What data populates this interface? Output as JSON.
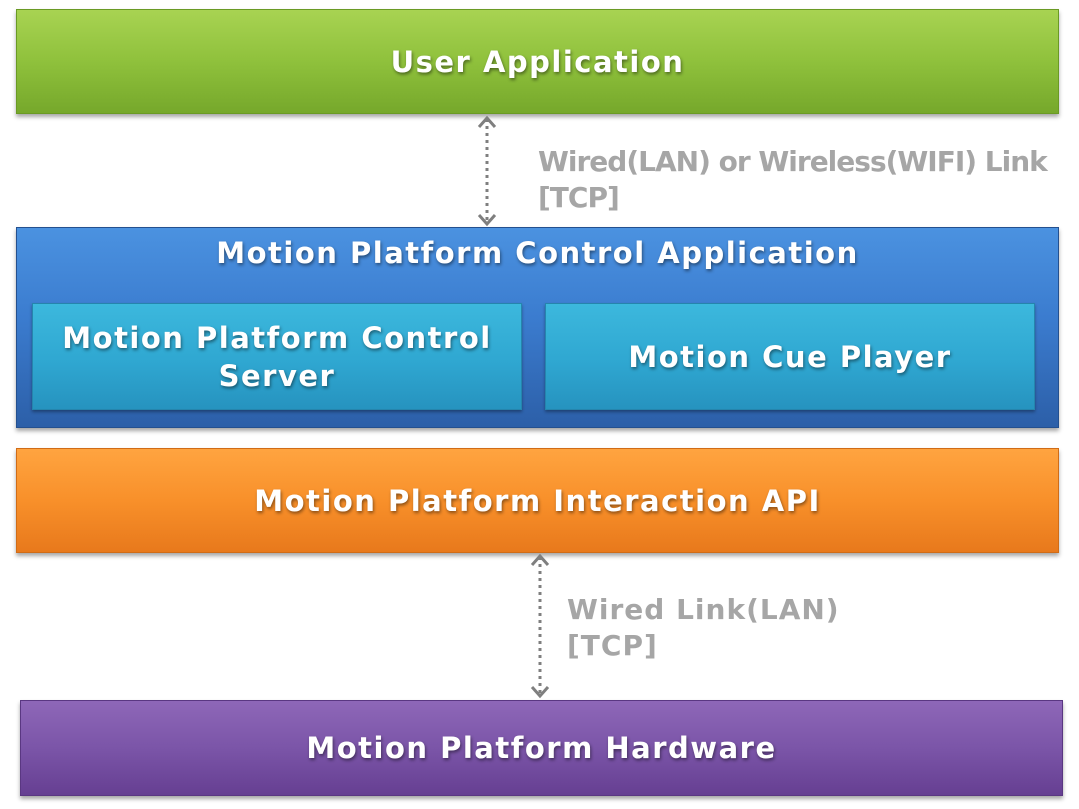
{
  "layers": {
    "user_application": "User Application",
    "control_application": {
      "title": "Motion Platform Control Application",
      "server": "Motion Platform Control Server",
      "cue_player": "Motion Cue Player"
    },
    "interaction_api": "Motion Platform Interaction API",
    "hardware": "Motion Platform Hardware"
  },
  "links": {
    "upper": {
      "line1": "Wired(LAN) or Wireless(WIFI) Link",
      "line2": "[TCP]"
    },
    "lower": {
      "line1": "Wired Link(LAN)",
      "line2": "[TCP]"
    }
  },
  "colors": {
    "user_application": "#8fc13c",
    "control_application": "#3b7ccf",
    "sub_modules": "#2fa7d1",
    "interaction_api": "#f8902a",
    "hardware": "#7b55a8",
    "link_text": "#a6a6a6",
    "connector": "#7f7f7f"
  }
}
